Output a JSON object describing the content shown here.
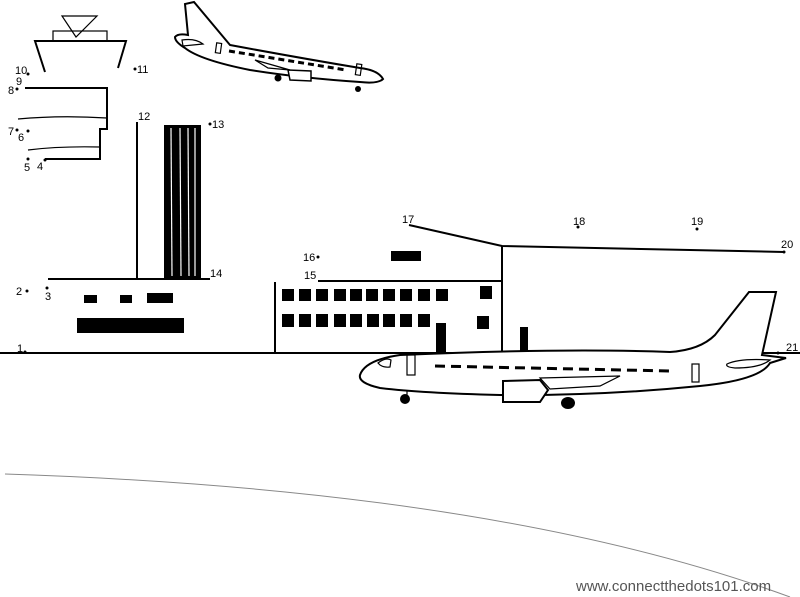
{
  "title": "Airport connect the dots",
  "dots": [
    {
      "n": "1"
    },
    {
      "n": "2"
    },
    {
      "n": "3"
    },
    {
      "n": "4"
    },
    {
      "n": "5"
    },
    {
      "n": "6"
    },
    {
      "n": "7"
    },
    {
      "n": "8"
    },
    {
      "n": "9"
    },
    {
      "n": "10"
    },
    {
      "n": "11"
    },
    {
      "n": "12"
    },
    {
      "n": "13"
    },
    {
      "n": "14"
    },
    {
      "n": "15"
    },
    {
      "n": "16"
    },
    {
      "n": "17"
    },
    {
      "n": "18"
    },
    {
      "n": "19"
    },
    {
      "n": "20"
    },
    {
      "n": "21"
    }
  ],
  "watermark": "www.connectthedots101.com",
  "colors": {
    "ink": "#000000",
    "watermark": "#555555"
  }
}
